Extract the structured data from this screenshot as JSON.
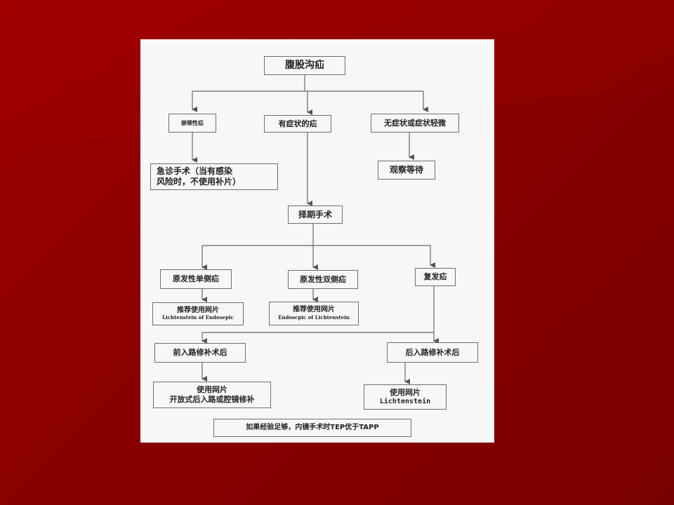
{
  "flowchart": {
    "root": "腹股沟疝",
    "level1": {
      "incarcerated": "嵌顿性疝",
      "symptomatic": "有症状的疝",
      "asymptomatic": "无症状或症状轻微"
    },
    "emergency": {
      "line1": "急诊手术（当有感染",
      "line2": "风险时，不使用补片）"
    },
    "watchful_waiting": "观察等待",
    "elective_surgery": "择期手术",
    "level3": {
      "primary_unilateral": "原发性单侧疝",
      "primary_bilateral": "原发性双侧疝",
      "recurrent": "复发疝"
    },
    "rec_unilateral": {
      "line1": "推荐使用网片",
      "line2": "Lichtenstein of Endosepic"
    },
    "rec_bilateral": {
      "line1": "推荐使用网片",
      "line2": "Endoscpic of Lichtenstein"
    },
    "after_anterior": "前入路修补术后",
    "after_posterior": "后入路修补术后",
    "mesh_open": {
      "line1": "使用网片",
      "line2": "开放式后入路或腔镜修补"
    },
    "mesh_lichtenstein": {
      "line1": "使用网片",
      "line2": "Lichtenstein"
    },
    "footnote": "如果经验足够，内镜手术时TEP优于TAPP"
  }
}
